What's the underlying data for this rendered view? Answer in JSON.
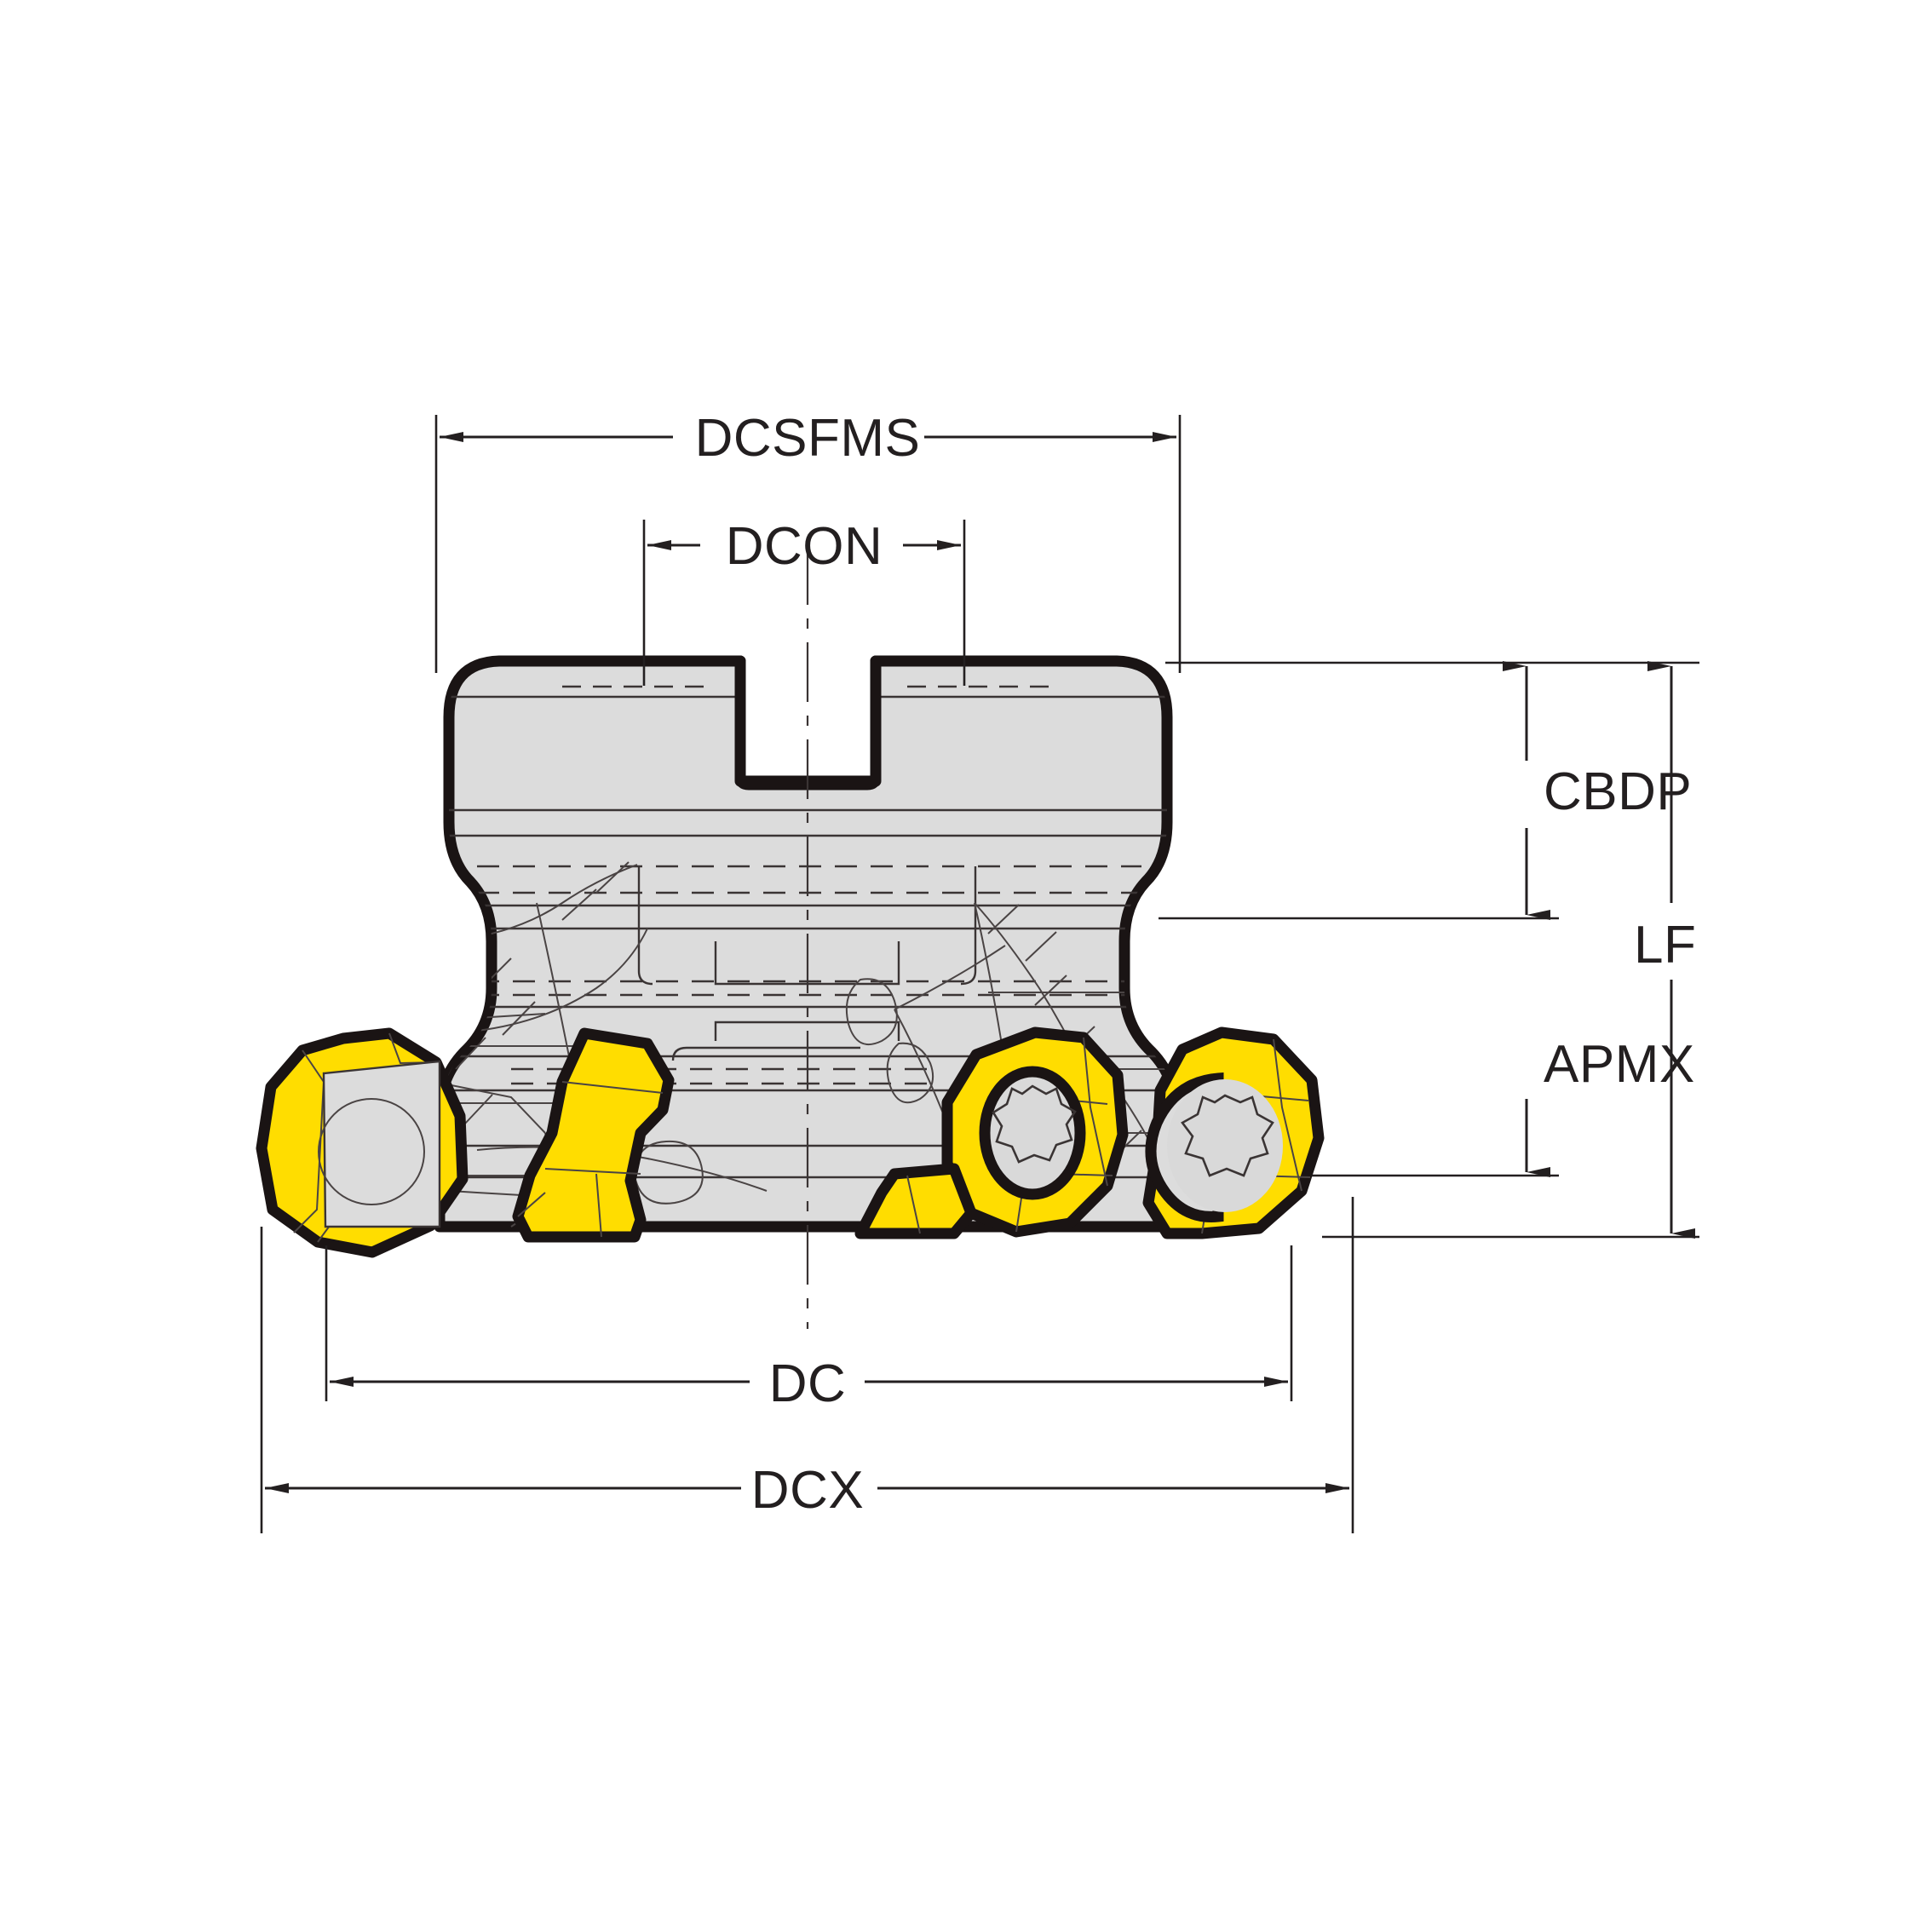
{
  "drawing": {
    "title": "Face Mill Cutter Cross-Section Dimension Diagram",
    "background_color": "#ffffff",
    "line_color": "#231f20",
    "body_fill_color": "#dcdcdc",
    "insert_fill_color": "#ffdd00",
    "screw_fill_color": "#d9d9d9",
    "outline_color": "#1a1414"
  },
  "dimensions": {
    "dcsfms": {
      "label": "DCSFMS",
      "orientation": "horizontal",
      "position": "top"
    },
    "dcon": {
      "label": "DCON",
      "orientation": "horizontal",
      "position": "top-inner"
    },
    "cbdp": {
      "label": "CBDP",
      "orientation": "vertical",
      "position": "right-upper"
    },
    "lf": {
      "label": "LF",
      "orientation": "vertical",
      "position": "right-outer"
    },
    "apmx": {
      "label": "APMX",
      "orientation": "vertical",
      "position": "right-lower"
    },
    "dc": {
      "label": "DC",
      "orientation": "horizontal",
      "position": "bottom-inner"
    },
    "dcx": {
      "label": "DCX",
      "orientation": "horizontal",
      "position": "bottom-outer"
    }
  },
  "components": {
    "body": "cutter-body",
    "keyway": "drive-keyway-slot",
    "inserts": [
      "insert-left-outer",
      "insert-left-inner",
      "insert-right-inner",
      "insert-right-outer"
    ],
    "screws": [
      "torx-screw-center",
      "torx-screw-right"
    ]
  }
}
